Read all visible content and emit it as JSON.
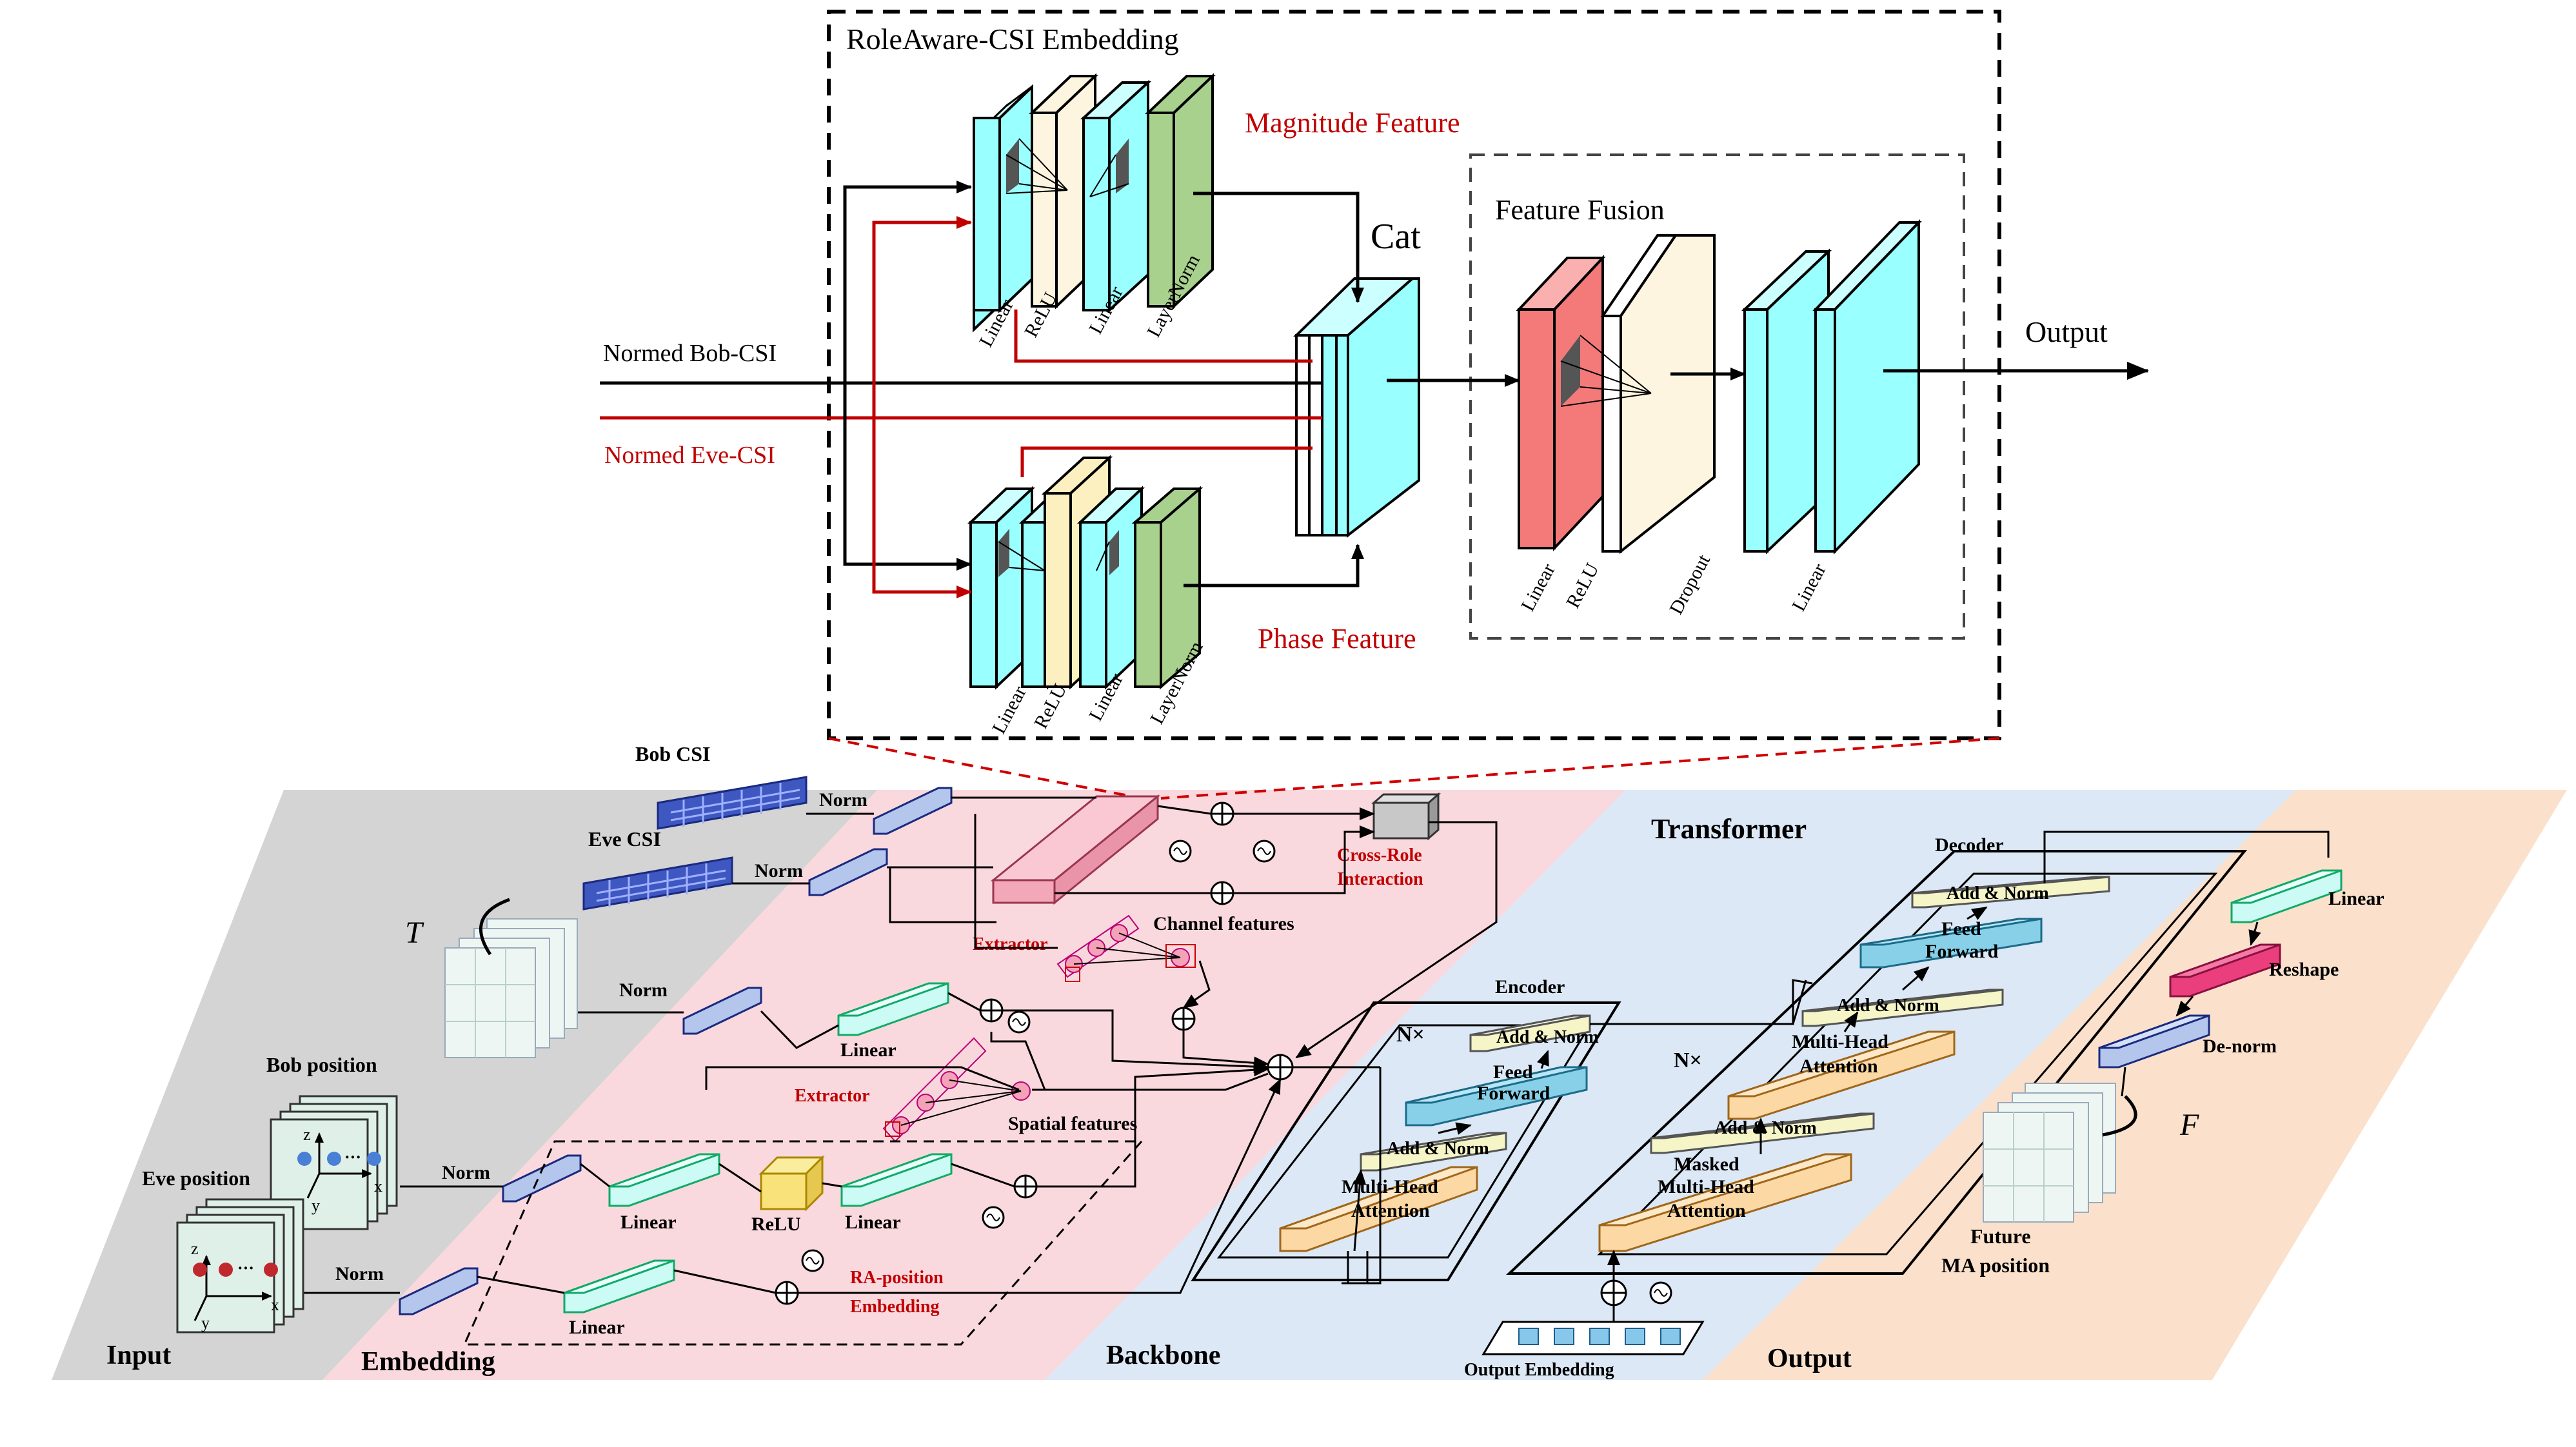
{
  "top": {
    "title": "RoleAware-CSI Embedding",
    "magnitude_feature": "Magnitude Feature",
    "phase_feature": "Phase Feature",
    "cat": "Cat",
    "feature_fusion": "Feature Fusion",
    "output": "Output",
    "bob_input": "Normed Bob-CSI",
    "eve_input": "Normed Eve-CSI",
    "layer_linear": "Linear",
    "layer_relu": "ReLU",
    "layer_layernorm": "LayerNorm",
    "layer_dropout": "Dropout"
  },
  "bottom": {
    "panels": {
      "input": "Input",
      "embedding": "Embedding",
      "backbone": "Backbone",
      "output": "Output",
      "transformer": "Transformer"
    },
    "bob_csi": "Bob CSI",
    "eve_csi": "Eve CSI",
    "norm": "Norm",
    "t_symbol": "T",
    "f_symbol": "F",
    "bob_position": "Bob position",
    "eve_position": "Eve position",
    "axis_z": "z",
    "axis_x": "x",
    "axis_y": "y",
    "ellipsis": "···",
    "linear": "Linear",
    "relu": "ReLU",
    "extractor": "Extractor",
    "channel_features": "Channel features",
    "spatial_features": "Spatial features",
    "cross_role_1": "Cross-Role",
    "cross_role_2": "Interaction",
    "ra_pos_1": "RA-position",
    "ra_pos_2": "Embedding",
    "encoder": "Encoder",
    "decoder": "Decoder",
    "nx": "N×",
    "add_norm": "Add & Norm",
    "feed": "Feed",
    "forward": "Forward",
    "multi_head": "Multi-Head",
    "attention": "Attention",
    "masked": "Masked",
    "output_embedding": "Output Embedding",
    "reshape": "Reshape",
    "de_norm": "De-norm",
    "future": "Future",
    "ma_position": "MA position"
  },
  "colors": {
    "cyan": "#99ffff",
    "green": "#a9d18e",
    "cream": "#fdf5e0",
    "red_layer": "#f47a7a",
    "pink_panel": "#fad9de",
    "blue_panel": "#dce8f5",
    "gray_panel": "#d4d4d4",
    "orange_panel": "#fbe1cc",
    "accent_red": "#c00000",
    "magenta": "#e8508a",
    "csi_blue": "#3f57c0"
  }
}
